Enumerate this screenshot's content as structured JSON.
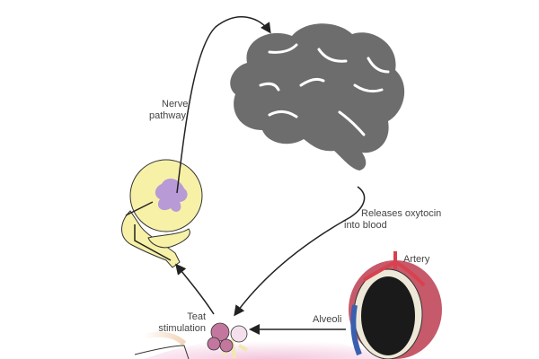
{
  "labels": {
    "nerve_pathway": [
      "Nerve",
      "pathway"
    ],
    "releases": [
      "Releases oxytocin",
      "into blood"
    ],
    "artery": "Artery",
    "alveoli": "Alveoli",
    "teat": [
      "Teat",
      "stimulation"
    ]
  },
  "colors": {
    "brain": "#6d6d6d",
    "spinal_cord": "#f7f1a8",
    "grey_matter": "#b89ad6",
    "artery": "#d8414d",
    "vein": "#3a5fae",
    "alveolus_cluster": "#c4779e",
    "udder_skin": "#f6dcea"
  }
}
